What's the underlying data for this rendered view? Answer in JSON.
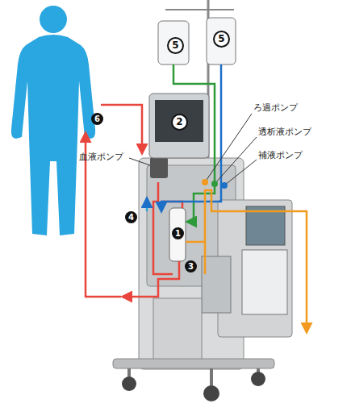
{
  "diagram": {
    "labels": [
      "5",
      "5",
      "ろ過ポンプ",
      "2",
      "透析液ポンプ",
      "6",
      "補液ポンプ",
      "血液ポンプ",
      "4",
      "1",
      "3"
    ]
  }
}
